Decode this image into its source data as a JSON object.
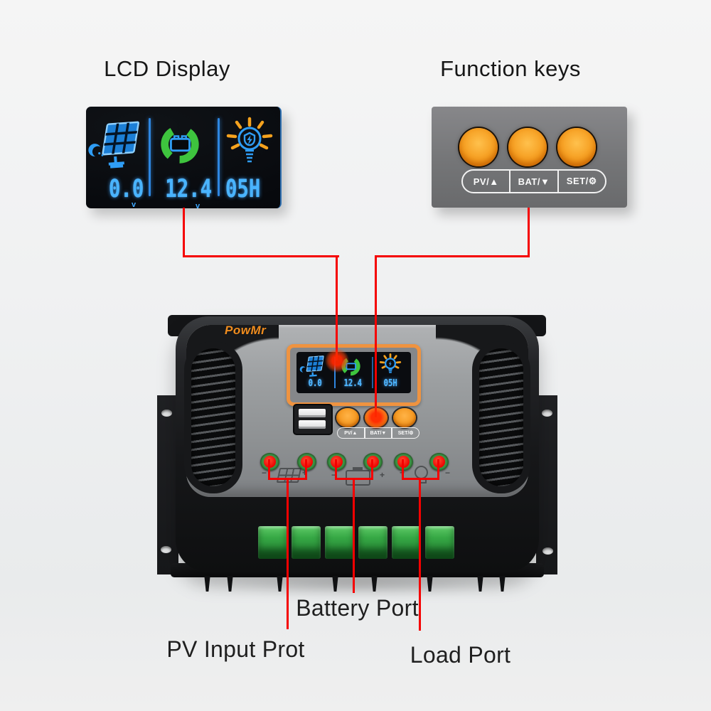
{
  "titles": {
    "lcd": "LCD Display",
    "keys": "Function keys"
  },
  "lcd": {
    "pv_value": "0.0",
    "pv_unit": "v",
    "battery_value": "12.4",
    "battery_unit": "v",
    "load_value": "05H"
  },
  "function_keys": {
    "buttons": [
      {
        "label": "PV/▲"
      },
      {
        "label": "BAT/▼"
      },
      {
        "label": "SET/⚙"
      }
    ]
  },
  "device": {
    "brand": "PowMr",
    "polarity": {
      "plus": "+",
      "minus": "−"
    }
  },
  "port_labels": {
    "battery": "Battery Port",
    "pv": "PV Input Prot",
    "load": "Load Port"
  },
  "icons": {
    "pv": "solar-panel-icon",
    "moon": "moon-icon",
    "battery": "battery-charging-ring-icon",
    "load": "light-bulb-icon",
    "up": "up-triangle-icon",
    "down": "down-triangle-icon",
    "gear": "gear-icon",
    "usb": "usb-ports-icon"
  },
  "colors": {
    "accent_orange": "#F59A23",
    "callout_red": "#F50000",
    "lcd_blue": "#3FA9FF",
    "charge_green": "#3EC43E",
    "panel_gray": "#77797B",
    "terminal_green": "#3FAF4A",
    "lcd_frame_orange": "#EF9340"
  }
}
